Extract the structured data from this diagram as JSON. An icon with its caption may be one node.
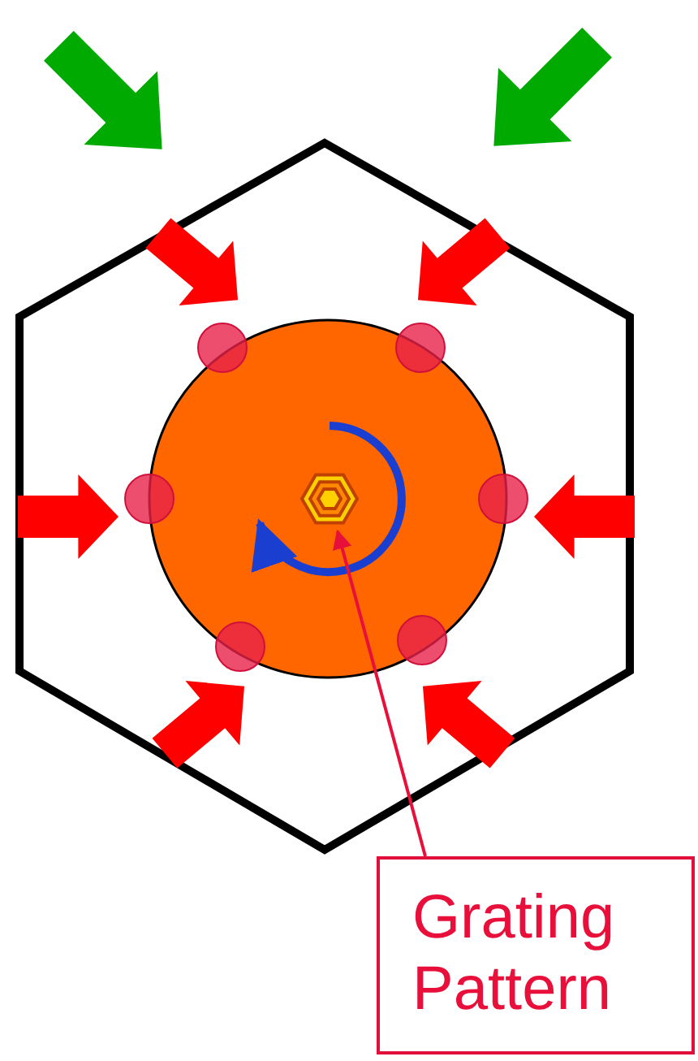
{
  "diagram": {
    "nodes": [
      {
        "text": [
          "Grating Pattern"
        ]
      },
      {
        "text": [],
        "shape": "picture"
      }
    ],
    "edges": [
      {
        "from": 0,
        "to": 1,
        "arrow": "to"
      }
    ]
  }
}
